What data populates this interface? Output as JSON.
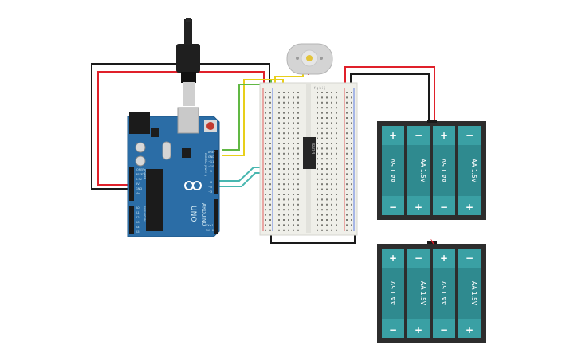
{
  "arduino": {
    "brand": "ARDUINO",
    "model": "UNO",
    "labels": [
      "DIGITAL (PWM~)",
      "AREF",
      "GND",
      "~11",
      "~10",
      "~9",
      "~6",
      "~5",
      "~3",
      "POWER",
      "ANALOG IN",
      "IOREF",
      "RESET",
      "3.3V",
      "5V",
      "GND",
      "Vin",
      "A0",
      "A1",
      "A2",
      "A3",
      "A4",
      "A5",
      "TX→1",
      "RX←0"
    ]
  },
  "breadboard": {
    "top_letters": "f g h i j",
    "ic_label": "SN74"
  },
  "battery_packs": [
    {
      "cells": [
        "AA 1.5V",
        "AA 1.5V",
        "AA 1.5V",
        "AA 1.5V"
      ]
    },
    {
      "cells": [
        "AA 1.5V",
        "AA 1.5V",
        "AA 1.5V",
        "AA 1.5V"
      ]
    }
  ],
  "symbols": {
    "plus": "+",
    "minus": "−"
  },
  "colors": {
    "board": "#2b6da6",
    "breadboard": "#efefe9",
    "battery_case": "#2d2d2d",
    "battery_cell": "#2f8a8f",
    "wire_red": "#e0202a",
    "wire_black": "#1a1a1a",
    "wire_yellow": "#e8cf1a",
    "wire_green": "#61b844",
    "wire_cyan": "#48b7b0",
    "ic": "#262626"
  }
}
